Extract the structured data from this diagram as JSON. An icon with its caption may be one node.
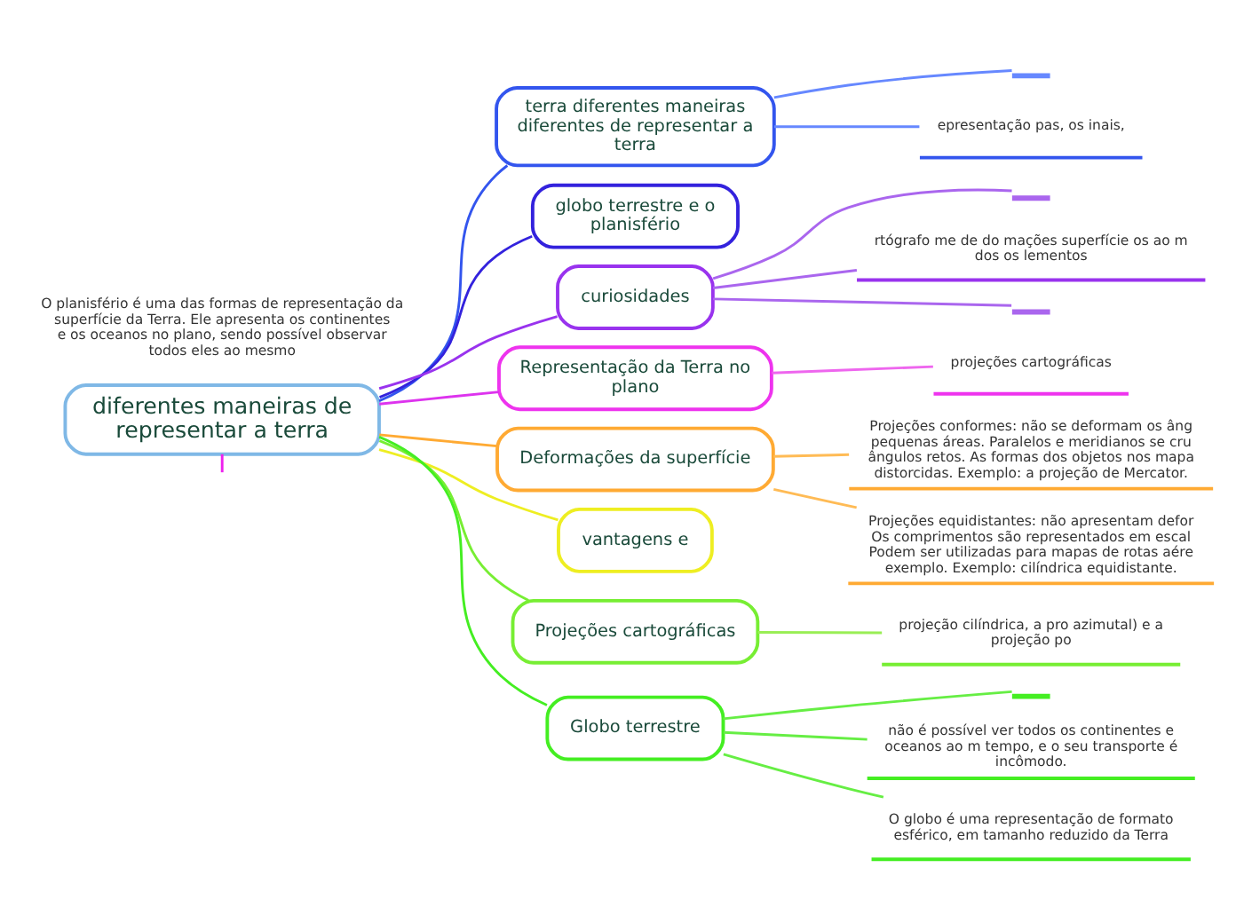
{
  "diagram": {
    "nodes": [
      {
        "text": [
          "diferentes maneiras de representar a terra"
        ]
      },
      {
        "text": [
          "terra diferentes maneiras diferentes de representar a terra"
        ]
      },
      {
        "text": [],
        "shape": "bar"
      },
      {
        "text": [
          "epresentação pas, os inais,"
        ]
      },
      {
        "text": [
          "globo terrestre e o planisfério"
        ]
      },
      {
        "text": [
          "curiosidades"
        ]
      },
      {
        "text": [],
        "shape": "bar"
      },
      {
        "text": [
          "rtógrafo me de do mações superfície os ao m dos os lementos"
        ]
      },
      {
        "text": [],
        "shape": "bar"
      },
      {
        "text": [
          "Representação da Terra no plano"
        ]
      },
      {
        "text": [
          "projeções cartográficas"
        ]
      },
      {
        "text": [
          "Deformações da superfície"
        ]
      },
      {
        "text": [
          "Projeções conformes: não se deformam os âng pequenas áreas. Paralelos e meridianos se cru ângulos retos. As formas dos objetos nos mapa distorcidas. Exemplo: a projeção de Mercator."
        ]
      },
      {
        "text": [
          "Projeções equidistantes: não apresentam defor Os comprimentos são representados em escal Podem ser utilizadas para mapas de rotas aére exemplo. Exemplo: cilíndrica equidistante."
        ]
      },
      {
        "text": [
          "vantagens e"
        ]
      },
      {
        "text": [
          "Projeções cartográficas"
        ]
      },
      {
        "text": [
          "projeção cilíndrica, a pro azimutal) e a projeção po"
        ]
      },
      {
        "text": [
          "Globo terrestre"
        ]
      },
      {
        "text": [],
        "shape": "bar"
      },
      {
        "text": [
          "não é possível ver todos os continentes e oceanos ao m tempo, e o seu transporte é incômodo."
        ]
      },
      {
        "text": [
          "O globo é uma representação de formato esférico, em tamanho reduzido da Terra"
        ]
      }
    ],
    "edges": [
      {
        "from": 0,
        "to": 1,
        "arrow": "none",
        "color": "#3355ee"
      },
      {
        "from": 1,
        "to": 2,
        "arrow": "none",
        "color": "#6688ff"
      },
      {
        "from": 1,
        "to": 3,
        "arrow": "none",
        "color": "#6688ff"
      },
      {
        "from": 0,
        "to": 4,
        "arrow": "none",
        "color": "#3322dd"
      },
      {
        "from": 0,
        "to": 5,
        "arrow": "none",
        "color": "#9933ee"
      },
      {
        "from": 5,
        "to": 6,
        "arrow": "none",
        "color": "#aa66ee"
      },
      {
        "from": 5,
        "to": 7,
        "arrow": "none",
        "color": "#aa66ee"
      },
      {
        "from": 5,
        "to": 8,
        "arrow": "none",
        "color": "#aa66ee"
      },
      {
        "from": 0,
        "to": 9,
        "arrow": "none",
        "color": "#dd33ee"
      },
      {
        "from": 9,
        "to": 10,
        "arrow": "none",
        "color": "#ee66ee"
      },
      {
        "from": 0,
        "to": 11,
        "arrow": "none",
        "color": "#ffaa33"
      },
      {
        "from": 11,
        "to": 12,
        "arrow": "none",
        "color": "#ffbb55"
      },
      {
        "from": 11,
        "to": 13,
        "arrow": "none",
        "color": "#ffbb55"
      },
      {
        "from": 0,
        "to": 14,
        "arrow": "none",
        "color": "#eeee22"
      },
      {
        "from": 0,
        "to": 15,
        "arrow": "none",
        "color": "#77ee33"
      },
      {
        "from": 15,
        "to": 16,
        "arrow": "none",
        "color": "#99ee55"
      },
      {
        "from": 0,
        "to": 17,
        "arrow": "none",
        "color": "#44ee22"
      },
      {
        "from": 17,
        "to": 18,
        "arrow": "none",
        "color": "#66ee44"
      },
      {
        "from": 17,
        "to": 19,
        "arrow": "none",
        "color": "#66ee44"
      },
      {
        "from": 17,
        "to": 20,
        "arrow": "none",
        "color": "#66ee44"
      },
      {
        "from": 0,
        "to": null,
        "arrow": "none",
        "color": "#ee22ee"
      }
    ],
    "labels": [
      "O planisfério é uma das formas de representação da superfície da Terra. Ele apresenta os continentes e os oceanos no plano, sendo possível observar todos eles ao mesmo"
    ]
  }
}
